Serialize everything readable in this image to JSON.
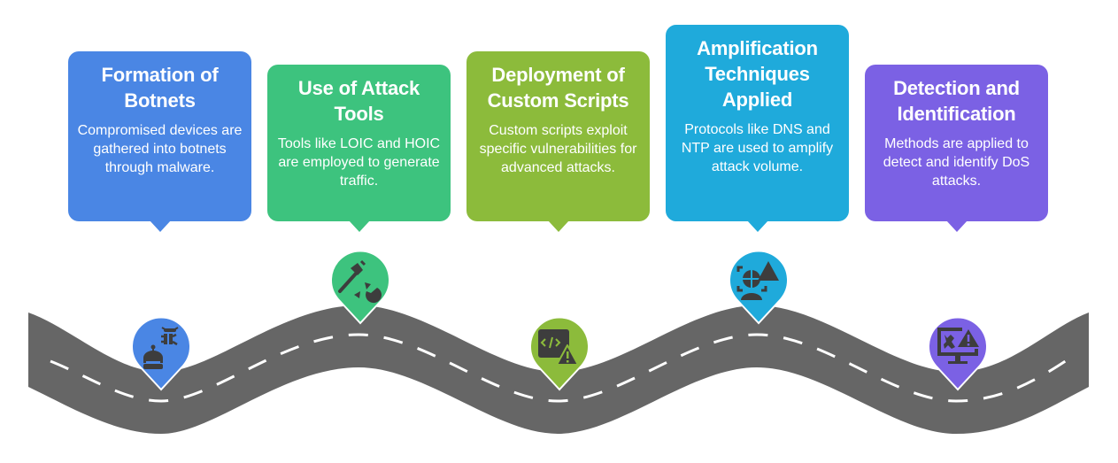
{
  "diagram": {
    "type": "roadmap",
    "road_color": "#666666",
    "dash_color": "#ffffff",
    "icon_color": "#3d3d3d",
    "steps": [
      {
        "title": "Formation of Botnets",
        "title_lines": [
          "Formation of",
          "Botnets"
        ],
        "description": "Compromised devices are gathered into botnets through malware.",
        "color": "#4a86e4",
        "icon": "robot-bug-icon"
      },
      {
        "title": "Use of Attack Tools",
        "title_lines": [
          "Use of Attack",
          "Tools"
        ],
        "description": "Tools like LOIC and HOIC are employed to generate traffic.",
        "color": "#3dc37e",
        "icon": "axe-debris-icon"
      },
      {
        "title": "Deployment of Custom Scripts",
        "title_lines": [
          "Deployment of",
          "Custom Scripts"
        ],
        "description": "Custom scripts exploit specific vulnerabilities for advanced attacks.",
        "color": "#8cbb3b",
        "icon": "code-warning-icon"
      },
      {
        "title": "Amplification Techniques Applied",
        "title_lines": [
          "Amplification",
          "Techniques",
          "Applied"
        ],
        "description": "Protocols like DNS and NTP are used to amplify attack volume.",
        "color": "#1faadb",
        "icon": "network-amplify-icon"
      },
      {
        "title": "Detection and Identification",
        "title_lines": [
          "Detection and",
          "Identification"
        ],
        "description": "Methods are applied to detect and identify DoS attacks.",
        "color": "#7b61e4",
        "icon": "monitor-alert-icon"
      }
    ]
  }
}
